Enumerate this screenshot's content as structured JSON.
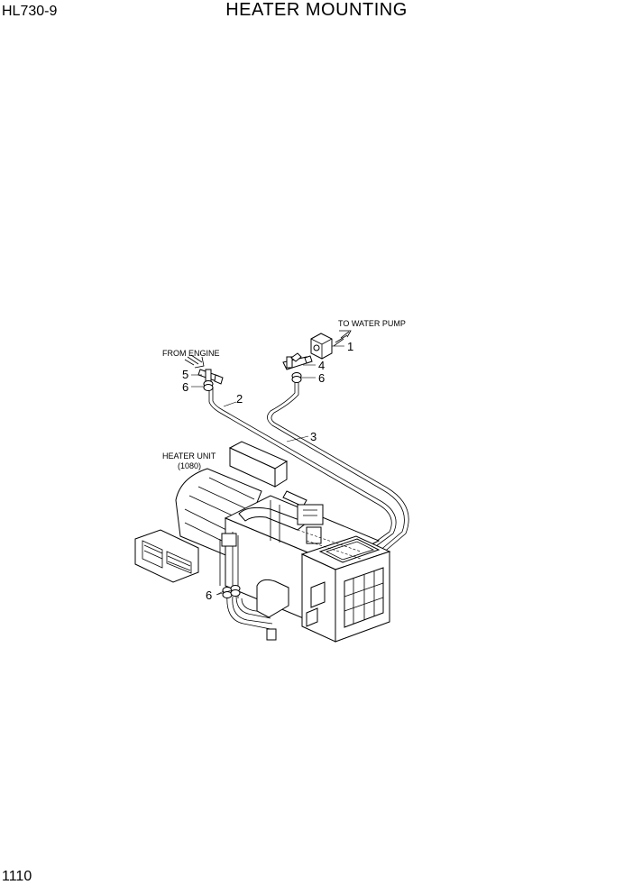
{
  "header": {
    "model": "HL730-9",
    "title": "HEATER MOUNTING"
  },
  "footer": {
    "page_number": "1110"
  },
  "diagram": {
    "labels": {
      "to_water_pump": "TO WATER PUMP",
      "from_engine": "FROM ENGINE",
      "heater_unit": "HEATER UNIT",
      "heater_unit_ref": "(1080)"
    },
    "callouts": {
      "c1": "1",
      "c2": "2",
      "c3": "3",
      "c4": "4",
      "c5": "5",
      "c6a": "6",
      "c6b": "6",
      "c6c": "6"
    }
  }
}
